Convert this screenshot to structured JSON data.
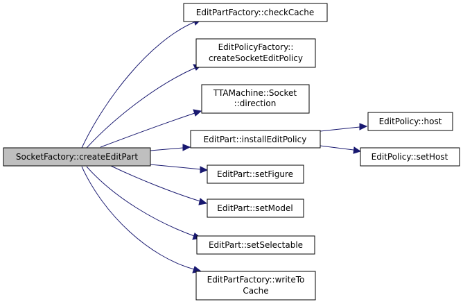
{
  "colors": {
    "edge": "#191970",
    "node_border": "#000000",
    "node_fill": "#ffffff",
    "root_fill": "#bfbfbf"
  },
  "nodes": {
    "root": [
      "SocketFactory::createEditPart"
    ],
    "check_cache": [
      "EditPartFactory::checkCache"
    ],
    "create_socket_edit_policy": [
      "EditPolicyFactory::",
      "createSocketEditPolicy"
    ],
    "socket_direction": [
      "TTAMachine::Socket",
      "::direction"
    ],
    "install_edit_policy": [
      "EditPart::installEditPolicy"
    ],
    "set_figure": [
      "EditPart::setFigure"
    ],
    "set_model": [
      "EditPart::setModel"
    ],
    "set_selectable": [
      "EditPart::setSelectable"
    ],
    "write_to_cache": [
      "EditPartFactory::writeTo",
      "Cache"
    ],
    "host": [
      "EditPolicy::host"
    ],
    "set_host": [
      "EditPolicy::setHost"
    ]
  }
}
